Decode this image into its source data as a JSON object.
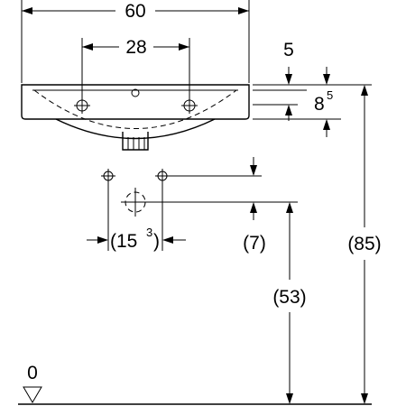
{
  "dimensions": {
    "width_total": "60",
    "tap_spacing": "28",
    "rim_thickness": "5",
    "bowl_height_base": "8",
    "bowl_height_sup": "5",
    "waste_spacing_base": "(15",
    "waste_spacing_sup": "3",
    "waste_spacing_close": ")",
    "waste_offset": "(7)",
    "waste_height": "(53)",
    "rim_height": "(85)",
    "floor_level": "0"
  }
}
